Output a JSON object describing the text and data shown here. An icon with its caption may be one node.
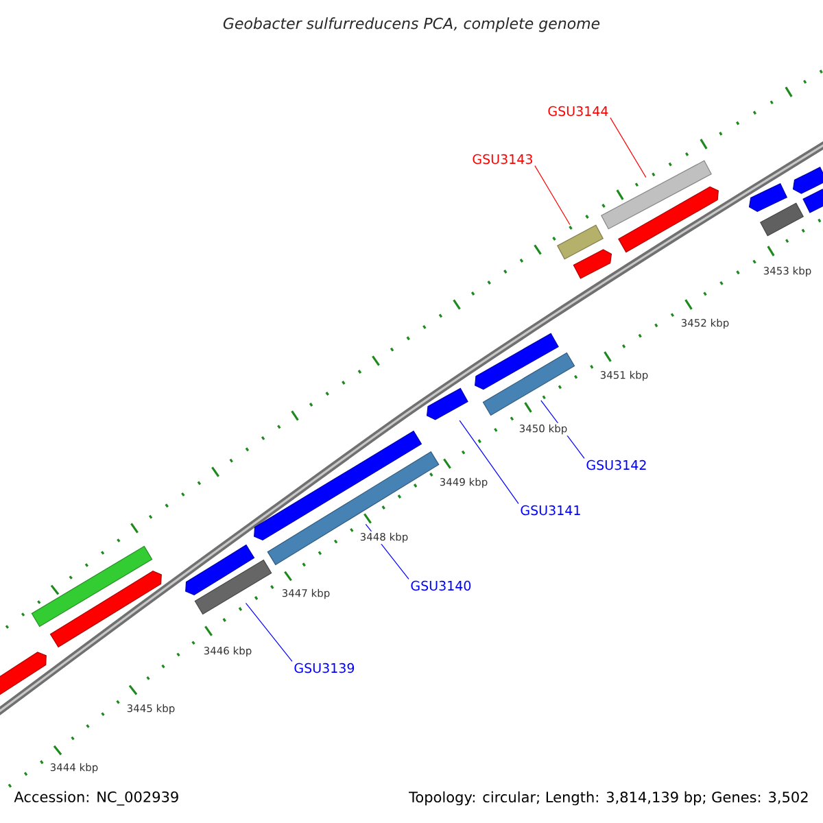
{
  "diagram": {
    "title": "Geobacter sulfurreducens PCA, complete genome",
    "nodes": [
      {
        "text": [],
        "shape": "bar"
      },
      {
        "text": [],
        "shape": "bar"
      },
      {
        "text": [],
        "shape": "bar"
      },
      {
        "text": [],
        "shape": "bar"
      },
      {
        "text": [],
        "shape": "bar"
      },
      {
        "text": [],
        "shape": "bar"
      },
      {
        "text": [],
        "shape": "bar"
      },
      {
        "text": [],
        "shape": "bar"
      },
      {
        "text": [],
        "shape": "bar"
      },
      {
        "text": [],
        "shape": "bar"
      },
      {
        "text": [],
        "shape": "bar"
      },
      {
        "text": [],
        "shape": "bar"
      },
      {
        "text": [],
        "shape": "bar"
      },
      {
        "text": [],
        "shape": "bar"
      },
      {
        "text": [],
        "shape": "bar"
      },
      {
        "text": [],
        "shape": "bar"
      },
      {
        "text": [],
        "shape": "bar"
      },
      {
        "text": [],
        "shape": "bar"
      },
      {
        "text": [
          "GSU3139"
        ]
      },
      {
        "text": [
          "GSU3140"
        ]
      },
      {
        "text": [
          "GSU3141"
        ]
      },
      {
        "text": [
          "GSU3142"
        ]
      },
      {
        "text": [
          "GSU3143"
        ]
      },
      {
        "text": [
          "GSU3144"
        ]
      }
    ],
    "edges": [
      {
        "from": 18,
        "to": 4,
        "arrow": "none"
      },
      {
        "from": 19,
        "to": 6,
        "arrow": "none"
      },
      {
        "from": 20,
        "to": 7,
        "arrow": "none"
      },
      {
        "from": 21,
        "to": 9,
        "arrow": "none"
      },
      {
        "from": 22,
        "to": 10,
        "arrow": "none",
        "color": "#ff0000"
      },
      {
        "from": 23,
        "to": 12,
        "arrow": "none",
        "color": "#ff0000"
      }
    ],
    "labels": [
      "3444 kbp",
      "3445 kbp",
      "3446 kbp",
      "3447 kbp",
      "3448 kbp",
      "3449 kbp",
      "3450 kbp",
      "3451 kbp",
      "3452 kbp",
      "3453 kbp",
      "Accession: NC_002939",
      "Topology: circular; Length: 3,814,139 bp; Genes: 3,502"
    ]
  }
}
